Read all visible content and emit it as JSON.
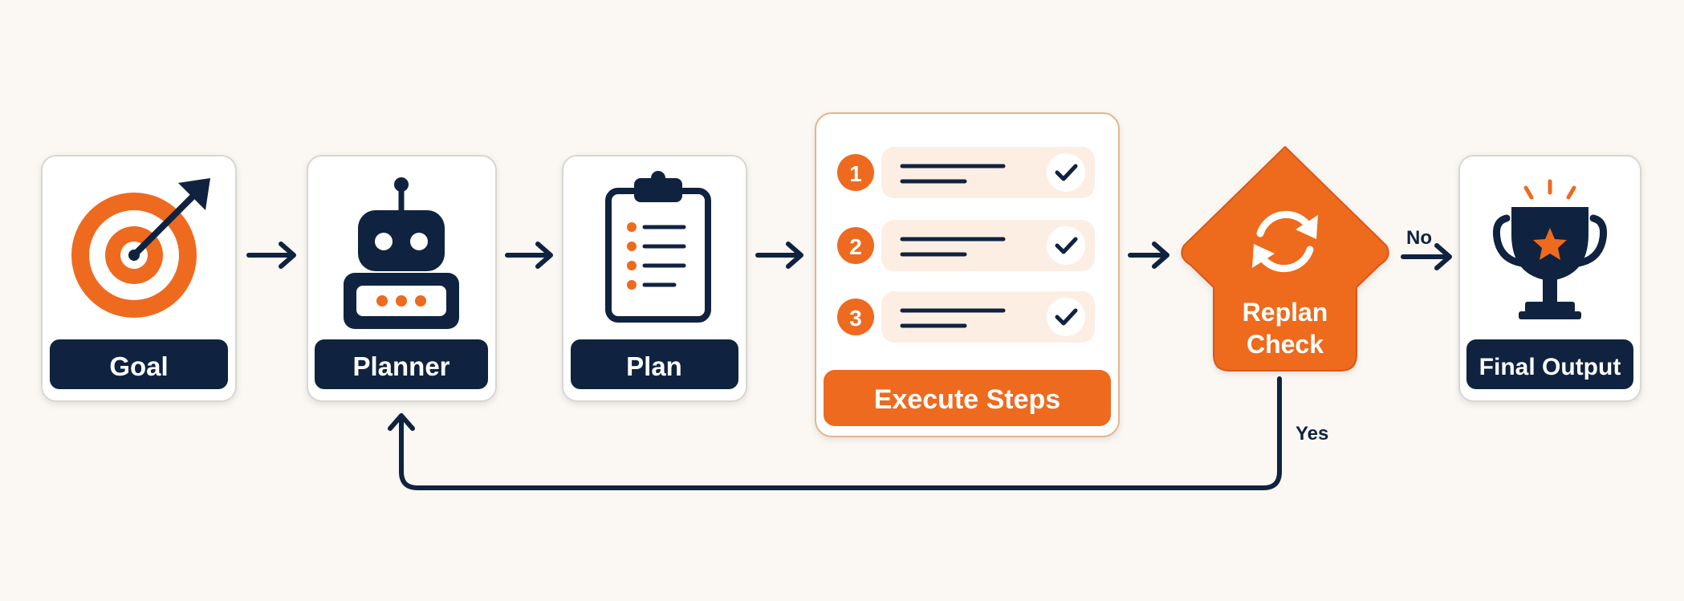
{
  "colors": {
    "background": "#fbf8f3",
    "navy": "#0f2340",
    "orange": "#ee6a1f",
    "peach": "#fdeee3",
    "card_border": "#d9d6d1",
    "white": "#ffffff"
  },
  "nodes": {
    "goal": {
      "label": "Goal",
      "icon": "target-icon"
    },
    "planner": {
      "label": "Planner",
      "icon": "robot-icon"
    },
    "plan": {
      "label": "Plan",
      "icon": "clipboard-icon"
    },
    "execute": {
      "label": "Execute Steps",
      "steps": [
        {
          "number": "1",
          "status": "check-icon"
        },
        {
          "number": "2",
          "status": "check-icon"
        },
        {
          "number": "3",
          "status": "check-icon"
        }
      ]
    },
    "replan": {
      "label_line1": "Replan",
      "label_line2": "Check",
      "icon": "refresh-icon"
    },
    "final": {
      "label": "Final Output",
      "icon": "trophy-icon"
    }
  },
  "edges": {
    "no_label": "No",
    "yes_label": "Yes"
  }
}
